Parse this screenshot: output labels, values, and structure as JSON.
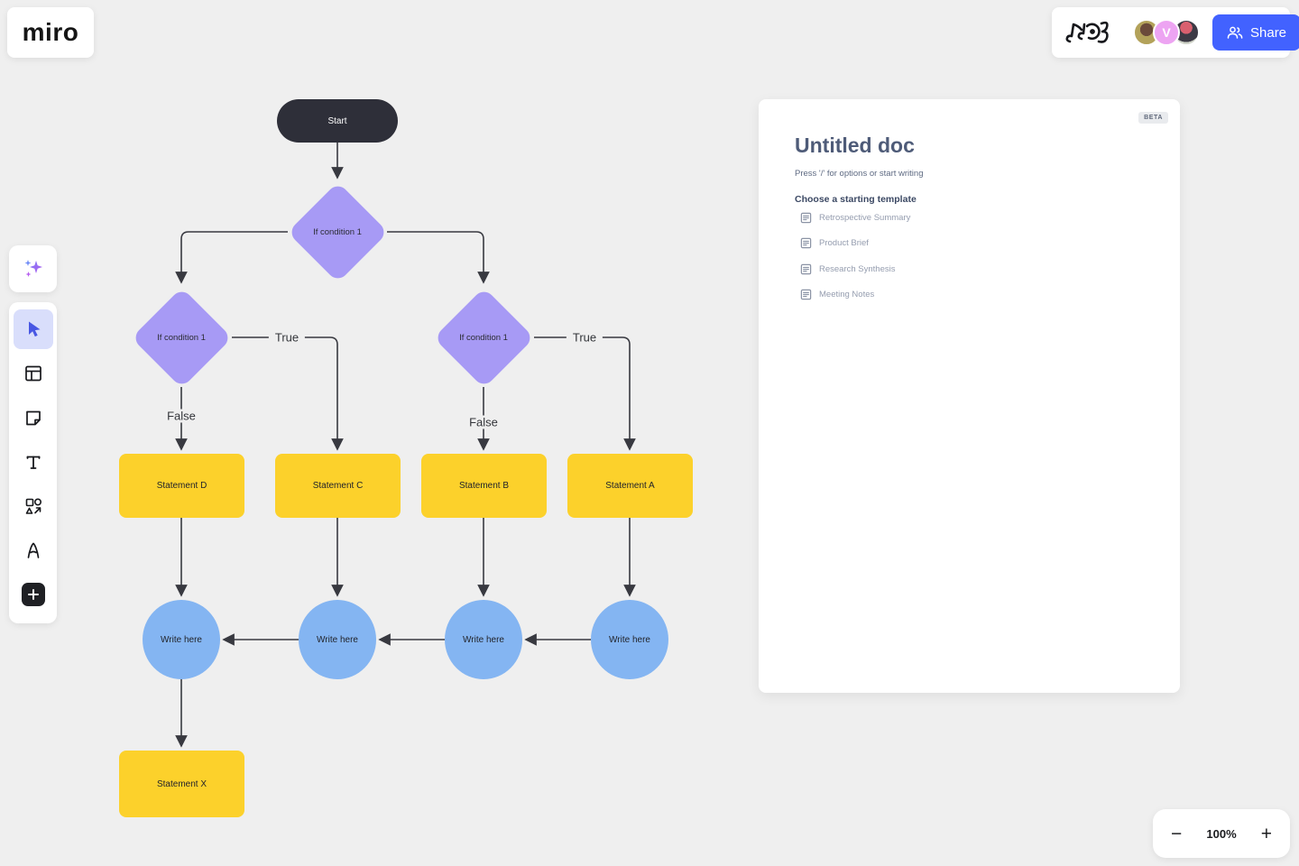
{
  "app": {
    "logo": "miro"
  },
  "header": {
    "share_label": "Share",
    "avatar_v_initial": "V"
  },
  "flowchart": {
    "start": "Start",
    "conditions": [
      "If condition 1",
      "If condition 1",
      "If condition 1"
    ],
    "statements": [
      "Statement D",
      "Statement C",
      "Statement B",
      "Statement A"
    ],
    "final_statement": "Statement X",
    "circles": [
      "Write here",
      "Write here",
      "Write here",
      "Write here"
    ],
    "branch_labels": {
      "left_true": "True",
      "left_false": "False",
      "right_true": "True",
      "right_false": "False"
    }
  },
  "doc_panel": {
    "beta": "BETA",
    "title": "Untitled doc",
    "hint": "Press '/' for options or start writing",
    "templates_heading": "Choose a starting template",
    "templates": [
      "Retrospective Summary",
      "Product Brief",
      "Research Synthesis",
      "Meeting Notes"
    ]
  },
  "zoom_controls": {
    "minus": "−",
    "value": "100%",
    "plus": "+"
  },
  "colors": {
    "brand_blue": "#4262ff",
    "diamond_purple": "#a79af5",
    "statement_yellow": "#fcd12b",
    "circle_blue": "#84b5f2",
    "start_dark": "#2e2f39",
    "canvas_bg": "#efefef"
  }
}
